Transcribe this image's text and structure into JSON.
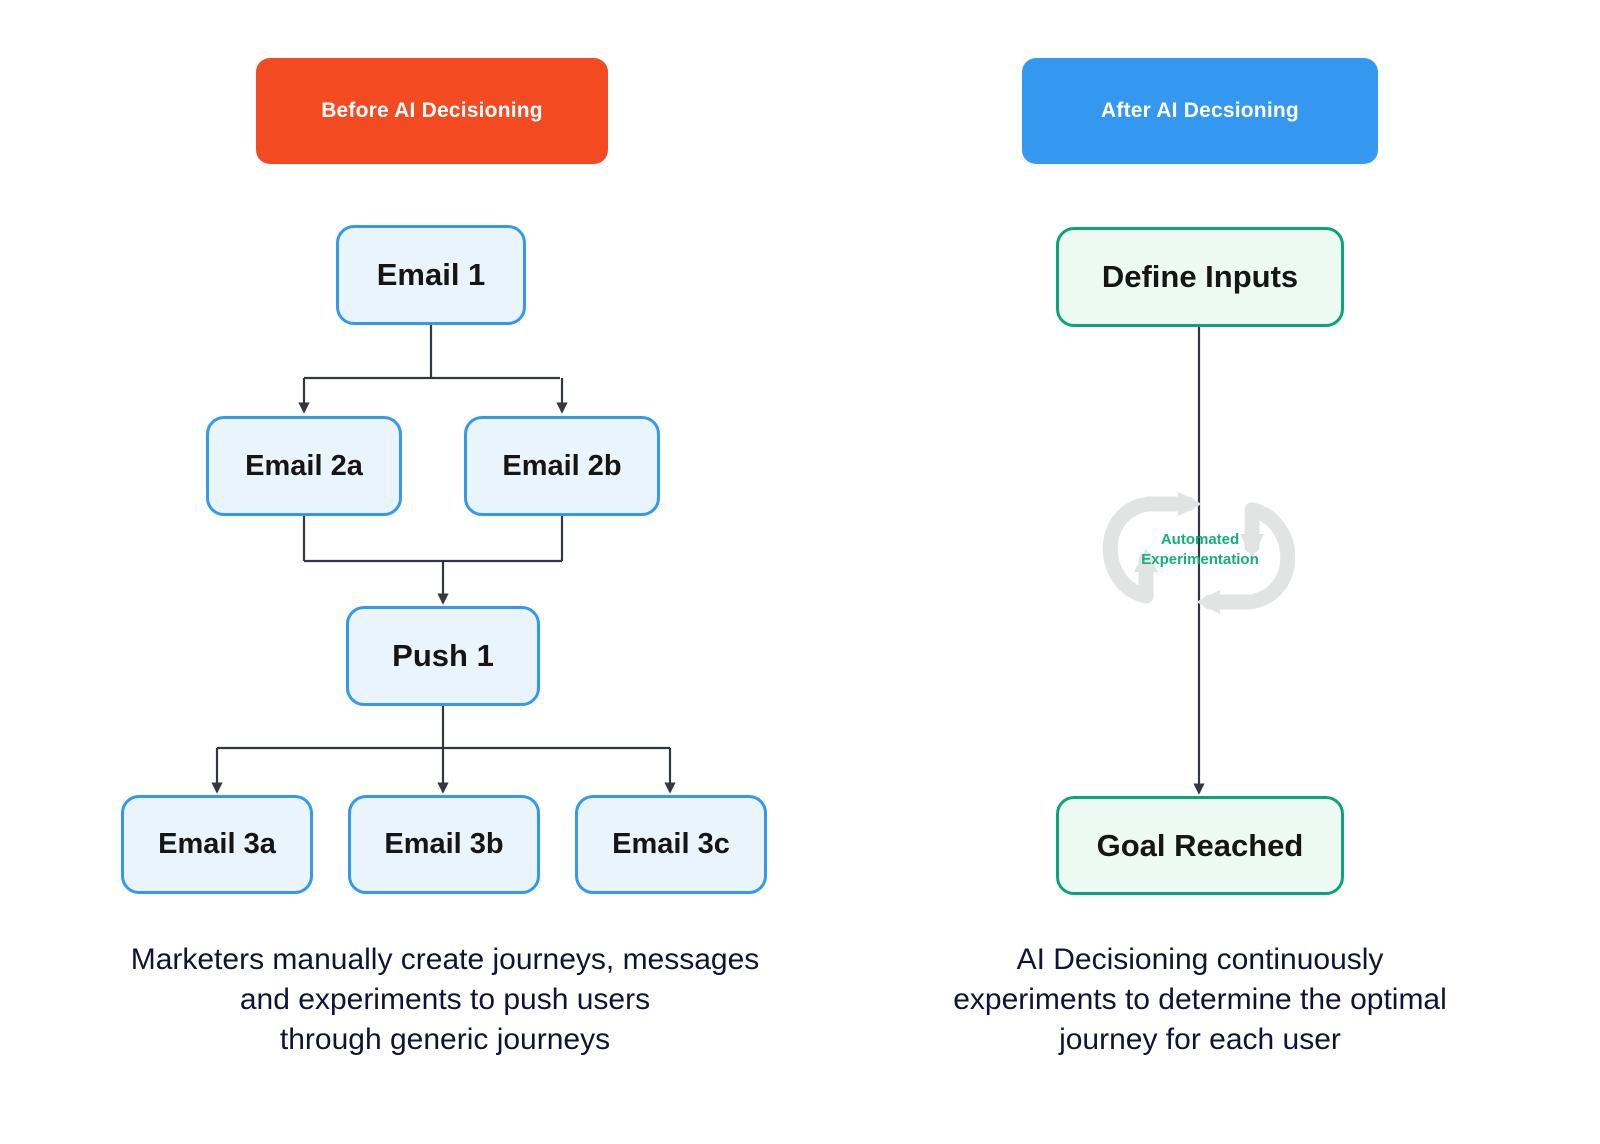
{
  "left_column": {
    "banner": {
      "label": "Before AI Decisioning",
      "background": "#f44a22",
      "text_color": "#ffffff"
    },
    "node_style": {
      "fill": "#e9f4fd",
      "border": "#3498f0"
    },
    "nodes": [
      {
        "id": "email-1",
        "label": "Email 1"
      },
      {
        "id": "email-2a",
        "label": "Email 2a"
      },
      {
        "id": "email-2b",
        "label": "Email 2b"
      },
      {
        "id": "push-1",
        "label": "Push 1"
      },
      {
        "id": "email-3a",
        "label": "Email 3a"
      },
      {
        "id": "email-3b",
        "label": "Email 3b"
      },
      {
        "id": "email-3c",
        "label": "Email 3c"
      }
    ],
    "caption": "Marketers manually create journeys, messages\nand experiments to push users\nthrough generic journeys"
  },
  "right_column": {
    "banner": {
      "label": "After AI Decsioning",
      "background": "#3498f0",
      "text_color": "#ffffff"
    },
    "node_style": {
      "fill": "#edf9f3",
      "border": "#0aa478"
    },
    "nodes": [
      {
        "id": "define-inputs",
        "label": "Define Inputs"
      },
      {
        "id": "goal-reached",
        "label": "Goal Reached"
      }
    ],
    "cycle": {
      "label": "Automated\nExperimentation",
      "label_color": "#11b07c",
      "arrow_color": "#e2e4e4"
    },
    "caption": "AI Decisioning continuously\nexperiments to determine the optimal\njourney for each user"
  },
  "connector_color": "#333840",
  "caption_color": "#111336"
}
